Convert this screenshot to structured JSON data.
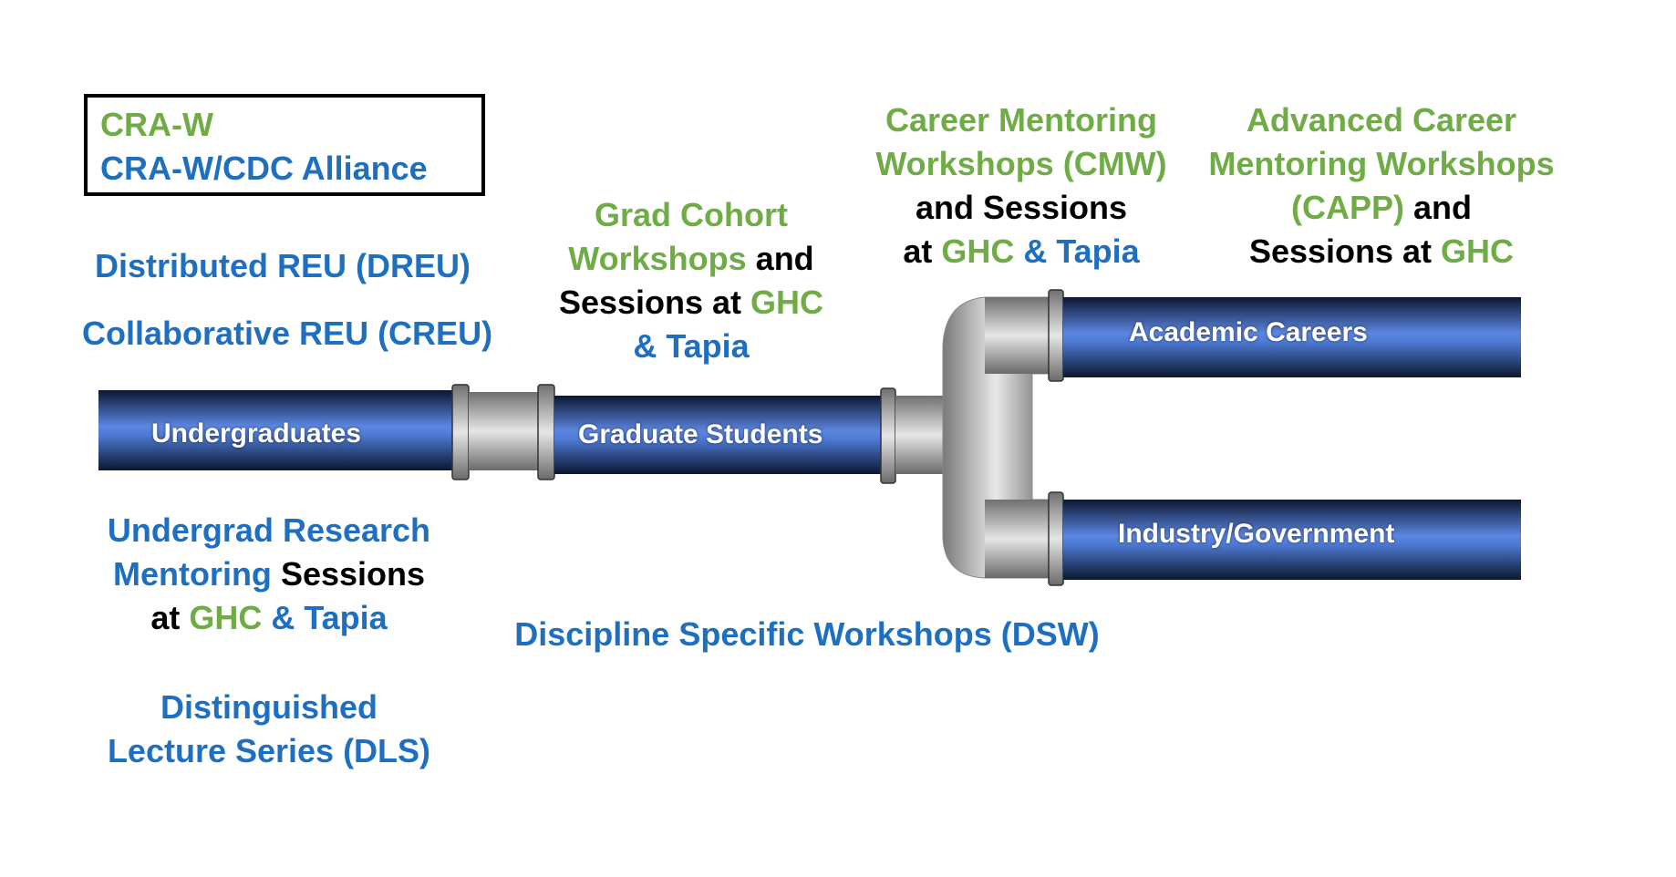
{
  "legend": {
    "line1": "CRA-W",
    "line2": "CRA-W/CDC Alliance"
  },
  "undergrad_programs": {
    "dreu": "Distributed REU (DREU)",
    "creu": "Collaborative REU (CREU)",
    "urm_l1": "Undergrad Research",
    "urm_l2a": "Mentoring",
    "urm_l2b": " Sessions",
    "urm_l3a": "at ",
    "urm_l3b": "GHC",
    "urm_l3c": " & Tapia",
    "dls_l1": "Distinguished",
    "dls_l2": "Lecture Series (DLS)"
  },
  "grad_programs": {
    "gc_l1": "Grad Cohort",
    "gc_l2a": "Workshops",
    "gc_l2b": " and",
    "gc_l3a": "Sessions at ",
    "gc_l3b": "GHC",
    "gc_l4": "& Tapia",
    "dsw": "Discipline Specific Workshops (DSW)"
  },
  "career_programs": {
    "cmw_l1": "Career Mentoring",
    "cmw_l2": "Workshops (CMW)",
    "cmw_l3": "and Sessions",
    "cmw_l4a": "at ",
    "cmw_l4b": "GHC",
    "cmw_l4c": " & Tapia",
    "capp_l1": "Advanced Career",
    "capp_l2": "Mentoring Workshops",
    "capp_l3a": "(CAPP)",
    "capp_l3b": " and",
    "capp_l4a": "Sessions at ",
    "capp_l4b": "GHC"
  },
  "pipeline": {
    "undergraduates": "Undergraduates",
    "graduate_students": "Graduate Students",
    "academic_careers": "Academic Careers",
    "industry_government": "Industry/Government"
  },
  "colors": {
    "green": "#6fac46",
    "blue": "#1e6fbf",
    "pipe_dark": "#0b1730",
    "pipe_light": "#5c86e0"
  }
}
